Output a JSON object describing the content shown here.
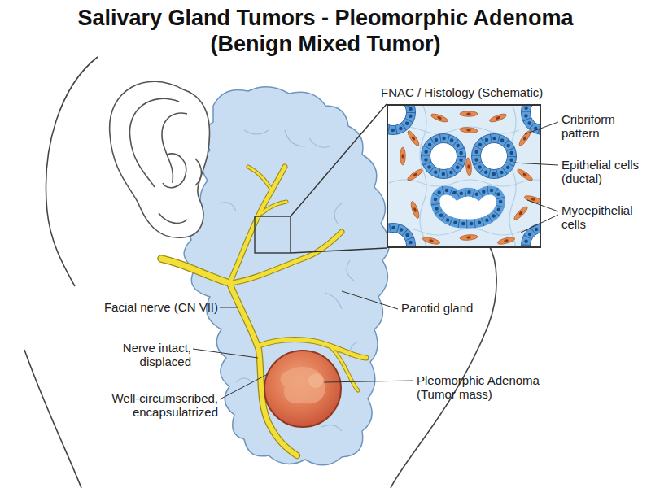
{
  "diagram": {
    "title": "Salivary Gland Tumors - Pleomorphic Adenoma (Benign Mixed Tumor)",
    "nodes": [
      {
        "text": [
          "FNAC / Histology (Schematic)"
        ]
      }
    ],
    "labels": [
      "Cribriform pattern",
      "Epithelial cells (ductal)",
      "Myoepithelial cells",
      "Facial nerve (CN VII)",
      "Parotid gland",
      "Nerve intact, displaced",
      "Pleomorphic Adenoma (Tumor mass)",
      "Well-circumscribed, encapsulatrized"
    ]
  }
}
